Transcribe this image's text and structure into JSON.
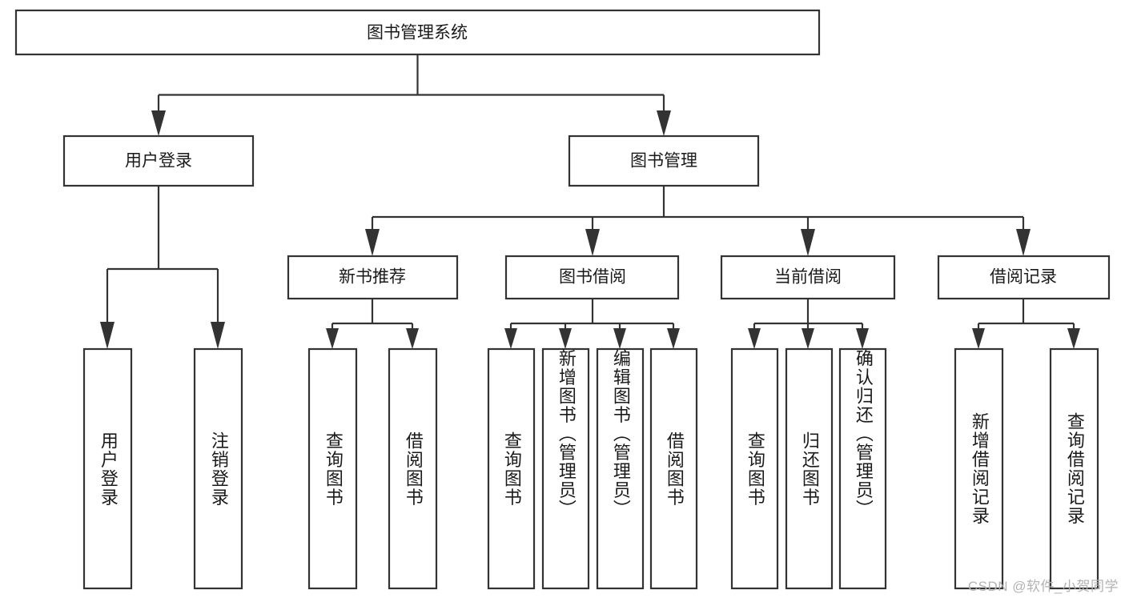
{
  "diagram": {
    "title": "图书管理系统",
    "type": "tree-hierarchy",
    "root": {
      "label": "图书管理系统",
      "level": 0
    },
    "level1": [
      {
        "label": "用户登录"
      },
      {
        "label": "图书管理"
      }
    ],
    "level2": [
      {
        "label": "新书推荐",
        "parent": "图书管理"
      },
      {
        "label": "图书借阅",
        "parent": "图书管理"
      },
      {
        "label": "当前借阅",
        "parent": "图书管理"
      },
      {
        "label": "借阅记录",
        "parent": "图书管理"
      }
    ],
    "leaves": {
      "user_login": [
        {
          "label": "用户登录"
        },
        {
          "label": "注销登录"
        }
      ],
      "new_book_rec": [
        {
          "label": "查询图书"
        },
        {
          "label": "借阅图书"
        }
      ],
      "book_borrow": [
        {
          "label": "查询图书"
        },
        {
          "label": "新增图书（管理员）"
        },
        {
          "label": "编辑图书（管理员）"
        },
        {
          "label": "借阅图书"
        }
      ],
      "current_borrow": [
        {
          "label": "查询图书"
        },
        {
          "label": "归还图书"
        },
        {
          "label": "确认归还（管理员）"
        }
      ],
      "borrow_record": [
        {
          "label": "新增借阅记录"
        },
        {
          "label": "查询借阅记录"
        }
      ]
    }
  },
  "watermark": {
    "text": "CSDN @软件_小贺同学"
  },
  "colors": {
    "stroke": "#333333",
    "fill": "#ffffff",
    "text": "#1a1a1a",
    "watermark": "#b3b3b3"
  }
}
